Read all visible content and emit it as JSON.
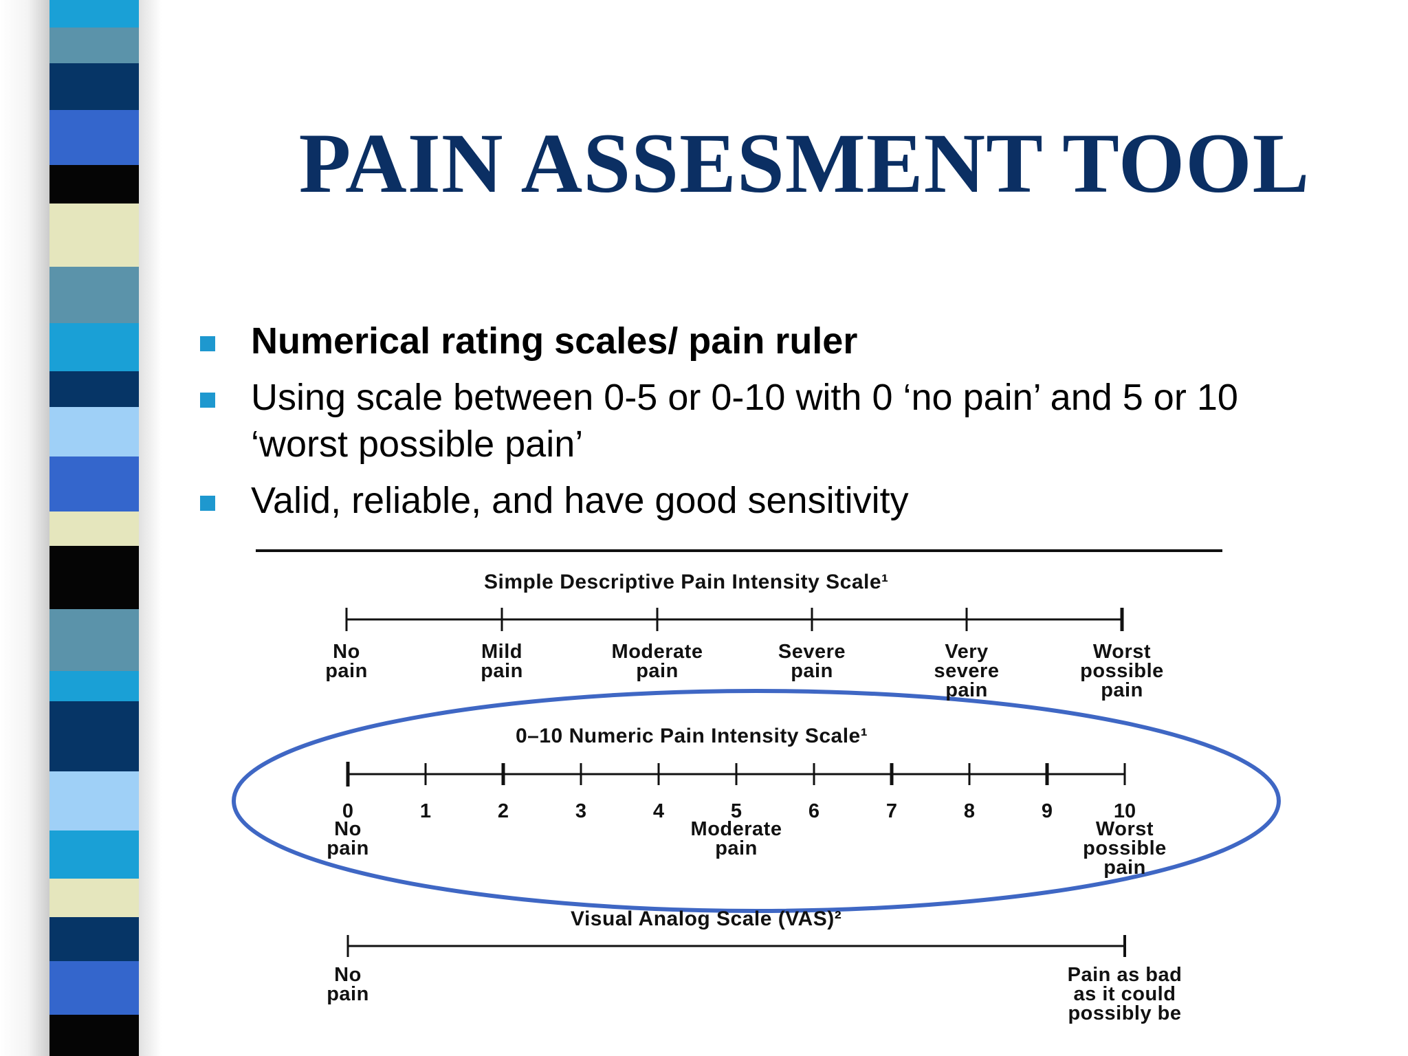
{
  "slide": {
    "title": "PAIN ASSESMENT TOOL",
    "bullets": [
      {
        "text": "Numerical rating scales/ pain ruler",
        "bold": true
      },
      {
        "text": "Using scale between 0-5 or 0-10 with 0 ‘no pain’ and 5 or 10 ‘worst possible pain’",
        "bold": false
      },
      {
        "text": "Valid, reliable, and have good sensitivity",
        "bold": false
      }
    ],
    "colors": {
      "title": "#0b2f63",
      "bullet_marker": "#1e98cf",
      "ellipse": "#3f67c4"
    }
  },
  "figure": {
    "descriptive_scale": {
      "title": "Simple Descriptive Pain Intensity Scale¹",
      "labels": [
        "No\npain",
        "Mild\npain",
        "Moderate\npain",
        "Severe\npain",
        "Very\nsevere\npain",
        "Worst\npossible\npain"
      ]
    },
    "numeric_scale": {
      "title": "0–10 Numeric Pain Intensity Scale¹",
      "numbers": [
        "0",
        "1",
        "2",
        "3",
        "4",
        "5",
        "6",
        "7",
        "8",
        "9",
        "10"
      ],
      "anchors": [
        "No\npain",
        "Moderate\npain",
        "Worst\npossible\npain"
      ]
    },
    "vas_scale": {
      "title": "Visual Analog Scale (VAS)²",
      "labels": [
        "No\npain",
        "Pain as bad\nas it could\npossibly be"
      ]
    }
  }
}
